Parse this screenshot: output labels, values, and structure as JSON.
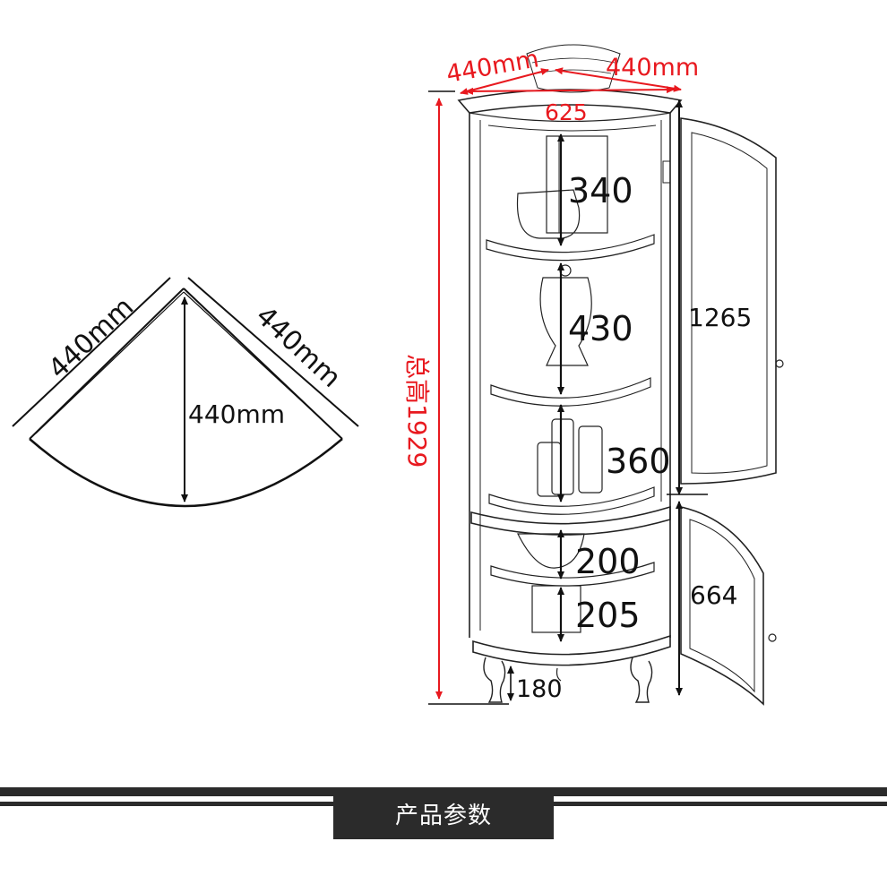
{
  "footprint": {
    "left_edge_label": "440mm",
    "right_edge_label": "440mm",
    "depth_label": "440mm"
  },
  "cabinet": {
    "top_left_label": "440mm",
    "top_right_label": "440mm",
    "width_label": "625",
    "total_height_label": "总高1929",
    "shelf_labels": [
      "340",
      "430",
      "360",
      "200",
      "205"
    ],
    "upper_door_label": "1265",
    "lower_door_label": "664",
    "leg_label": "180"
  },
  "section": {
    "title": "产品参数"
  },
  "colors": {
    "dimension_red": "#e8191f",
    "line_black": "#111111",
    "banner_bg": "#2b2b2b"
  }
}
